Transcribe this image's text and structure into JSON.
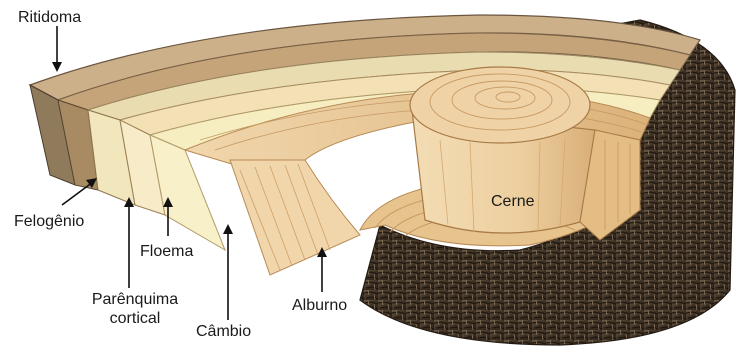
{
  "labels": {
    "ritidoma": "Ritidoma",
    "felogenio": "Felogênio",
    "floema": "Floema",
    "parenquima_line1": "Parênquima",
    "parenquima_line2": "cortical",
    "cambio": "Câmbio",
    "alburno": "Alburno",
    "cerne": "Cerne"
  },
  "colors": {
    "bark_dark": "#3a2e22",
    "bark_mid": "#5a4a38",
    "sapwood": "#e9c99a",
    "heartwood": "#efd2a6",
    "ring_line": "#c79a63",
    "phloem": "#f3e0b4",
    "cambium": "#f6eec0",
    "cortex": "#e8dcb0",
    "felogen": "#c4a478",
    "arrow": "#111111"
  }
}
